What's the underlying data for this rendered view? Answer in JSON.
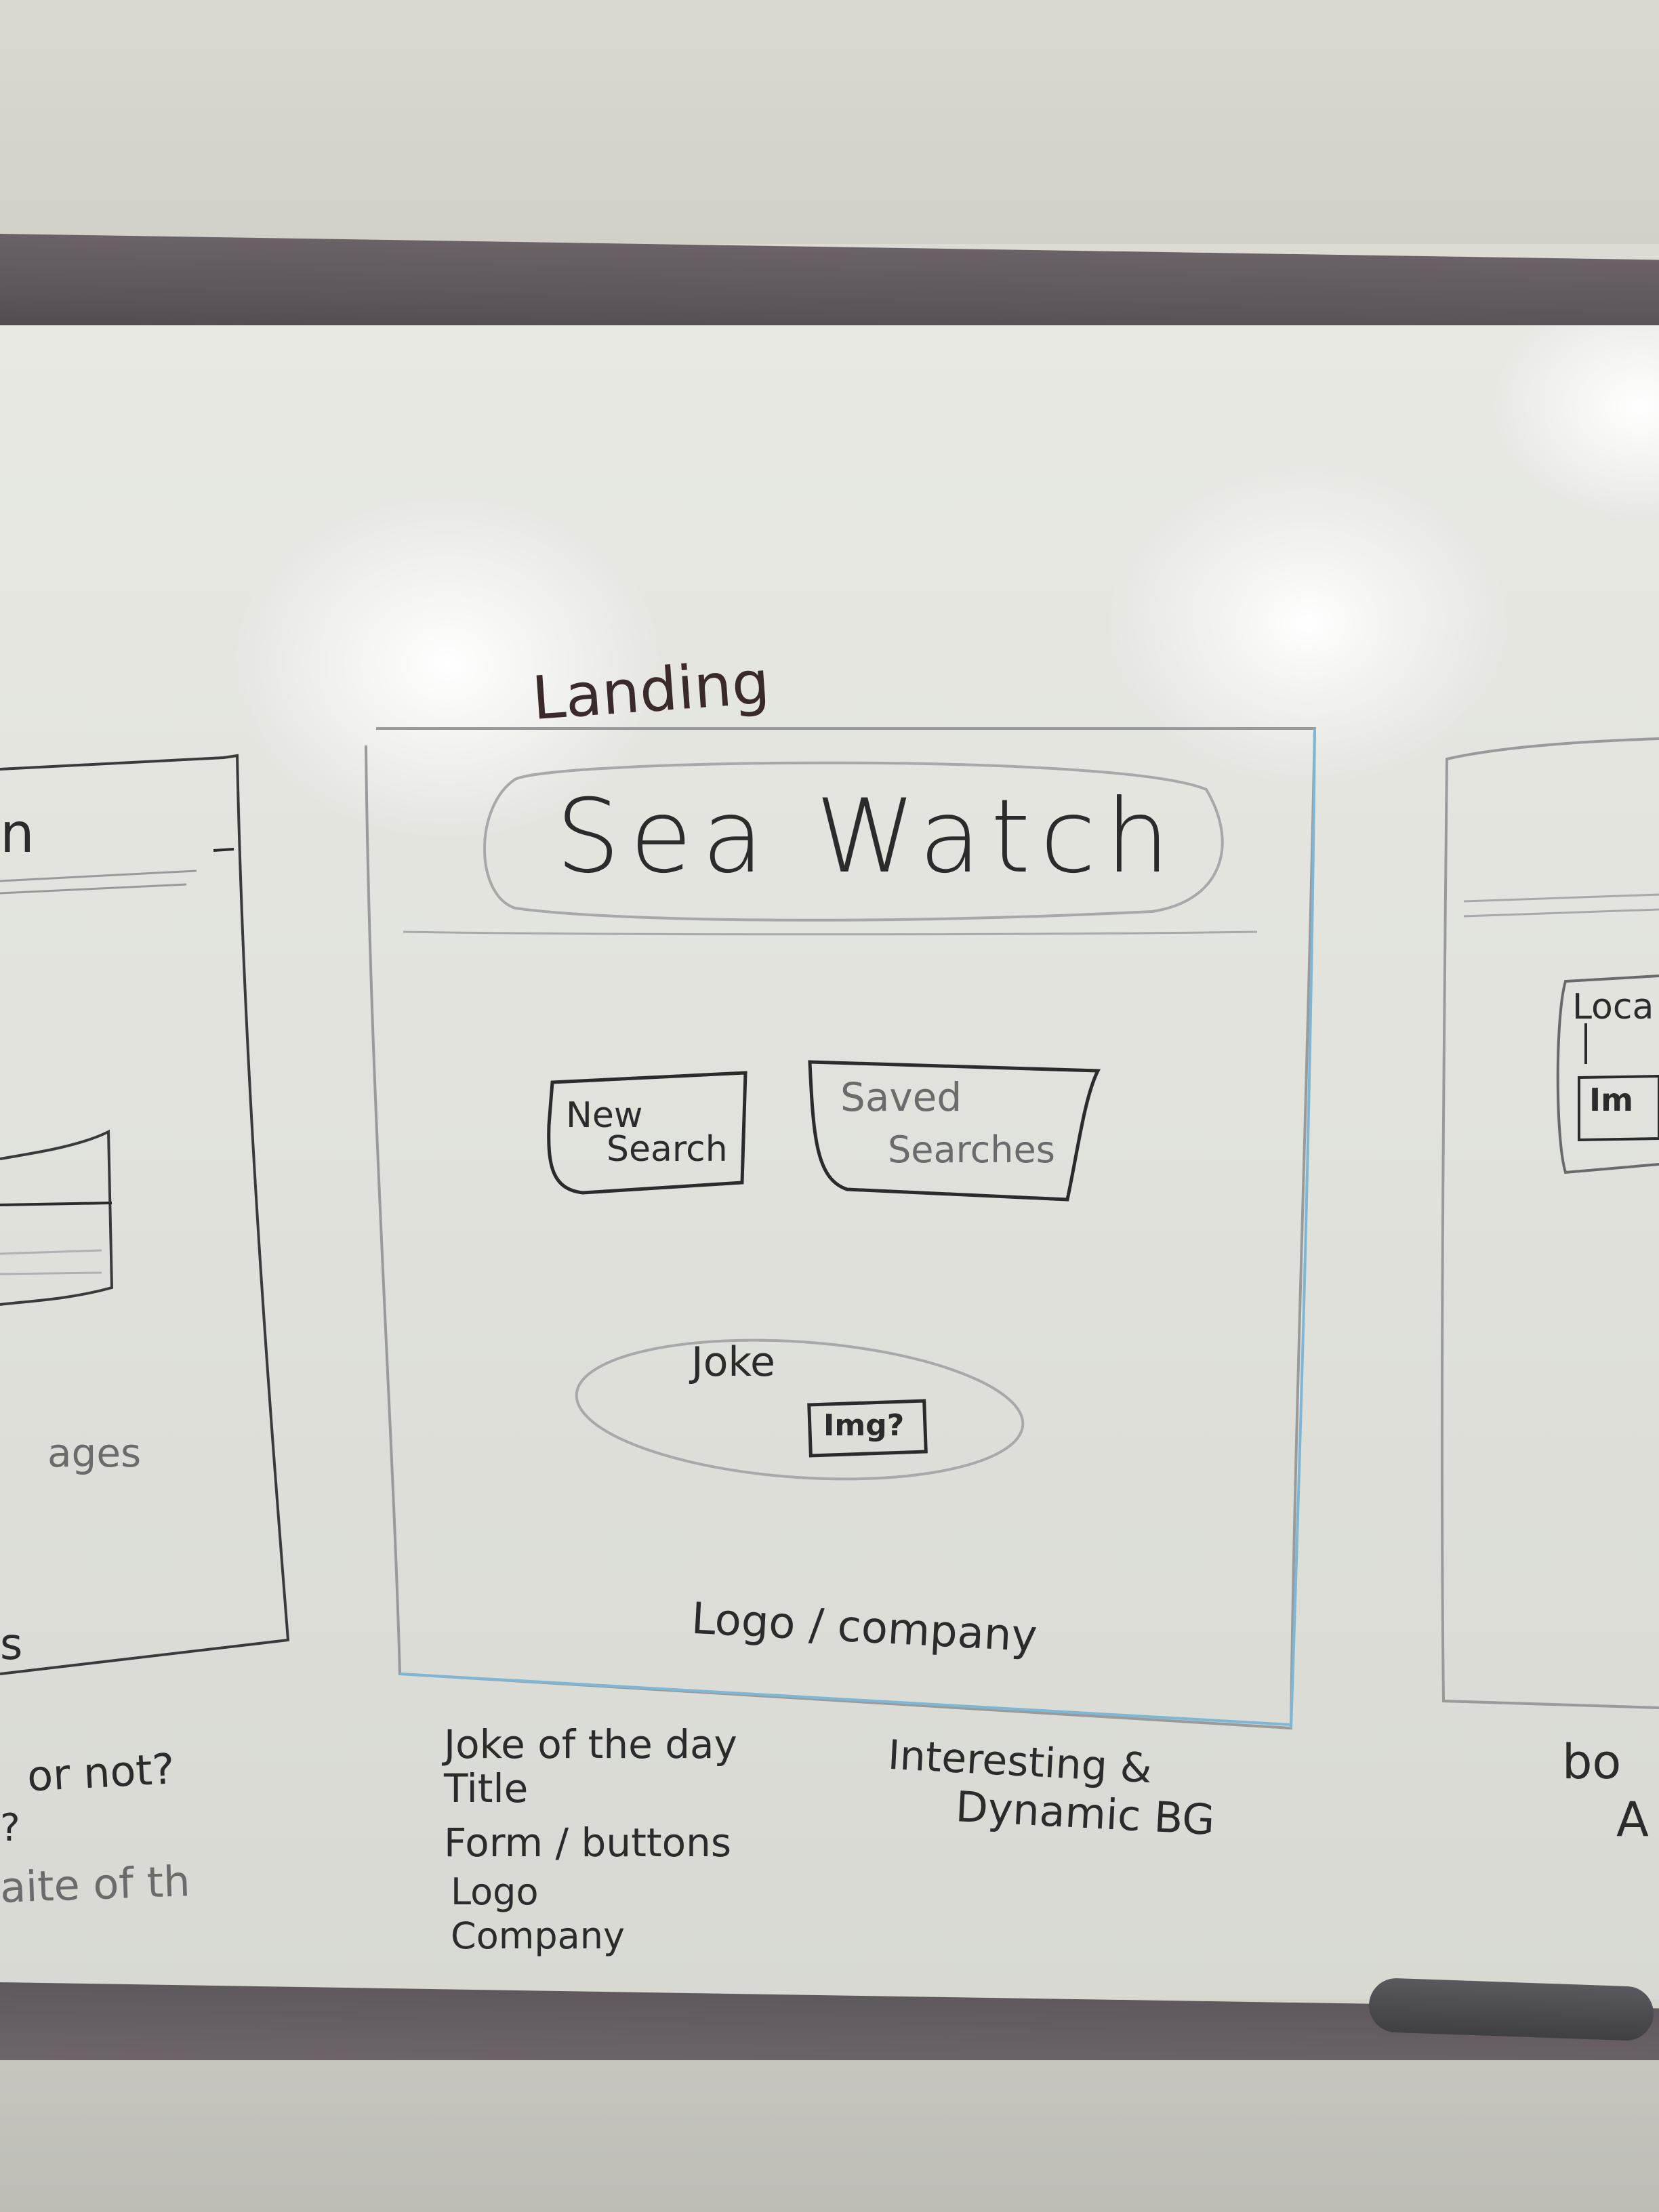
{
  "landing_heading": "Landing",
  "title_pill": "Sea Watch",
  "buttons": {
    "new_search": [
      "New",
      "Search"
    ],
    "saved_searches": [
      "Saved",
      "Searches"
    ]
  },
  "joke": {
    "label": "Joke",
    "img_label": "Img?"
  },
  "footer": "Logo / company",
  "notes_left": [
    "Joke of the day",
    "Title",
    "Form / buttons",
    "Logo",
    "Company"
  ],
  "notes_right": [
    "Interesting &",
    "Dynamic BG"
  ],
  "left_panel": {
    "fragment_top": "n",
    "fragment_mid": "ages",
    "fragment_low": "s",
    "below": [
      "or not?",
      "?",
      "aite of th"
    ]
  },
  "right_panel": {
    "field1": "Loca",
    "field2": "Im",
    "note": "bo",
    "note2": "A"
  },
  "colors": {
    "ink": "#2b2b2b",
    "faint_ink": "#8a8a8a",
    "red_ink": "#8a3a2a",
    "blue_line": "#7fb6d6",
    "frame": "#5f585c"
  }
}
